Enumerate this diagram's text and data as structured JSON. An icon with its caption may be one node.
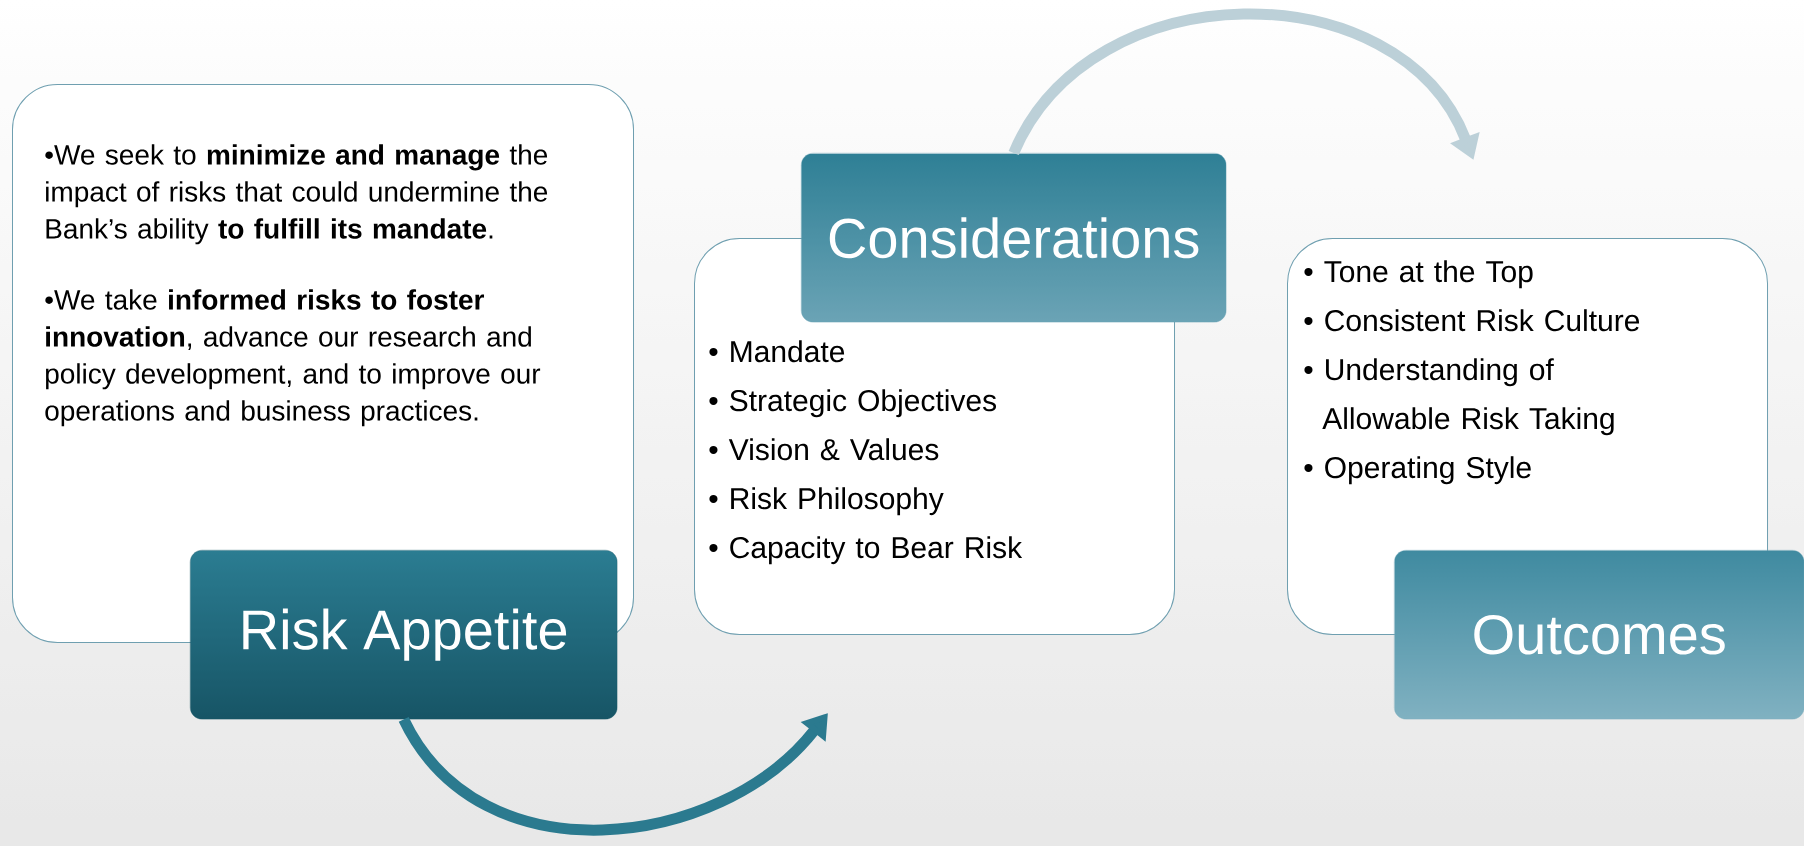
{
  "diagram": {
    "nodes": [
      {
        "text": [
          "•We seek to **minimize and manage** the impact of risks that could undermine the Bank’s ability **to fulfill its mandate**.",
          "•We take **informed risks to foster innovation**, advance our research and policy development, and to improve our operations and business practices."
        ]
      },
      {
        "text": [
          "Risk Appetite"
        ]
      },
      {
        "text": [
          "Considerations"
        ]
      },
      {
        "text": [
          "• Mandate",
          "• Strategic Objectives",
          "• Vision & Values",
          "• Risk Philosophy",
          "• Capacity to Bear Risk"
        ]
      },
      {
        "text": [
          "• Tone at the Top",
          "• Consistent Risk Culture",
          "• Understanding of Allowable Risk Taking",
          "• Operating Style"
        ]
      },
      {
        "text": [
          "Outcomes"
        ]
      }
    ],
    "edges": [
      {
        "from": 1,
        "to": 3,
        "arrow": "to"
      },
      {
        "from": 2,
        "to": 4,
        "arrow": "to",
        "color": "#bcd0d8"
      }
    ]
  }
}
